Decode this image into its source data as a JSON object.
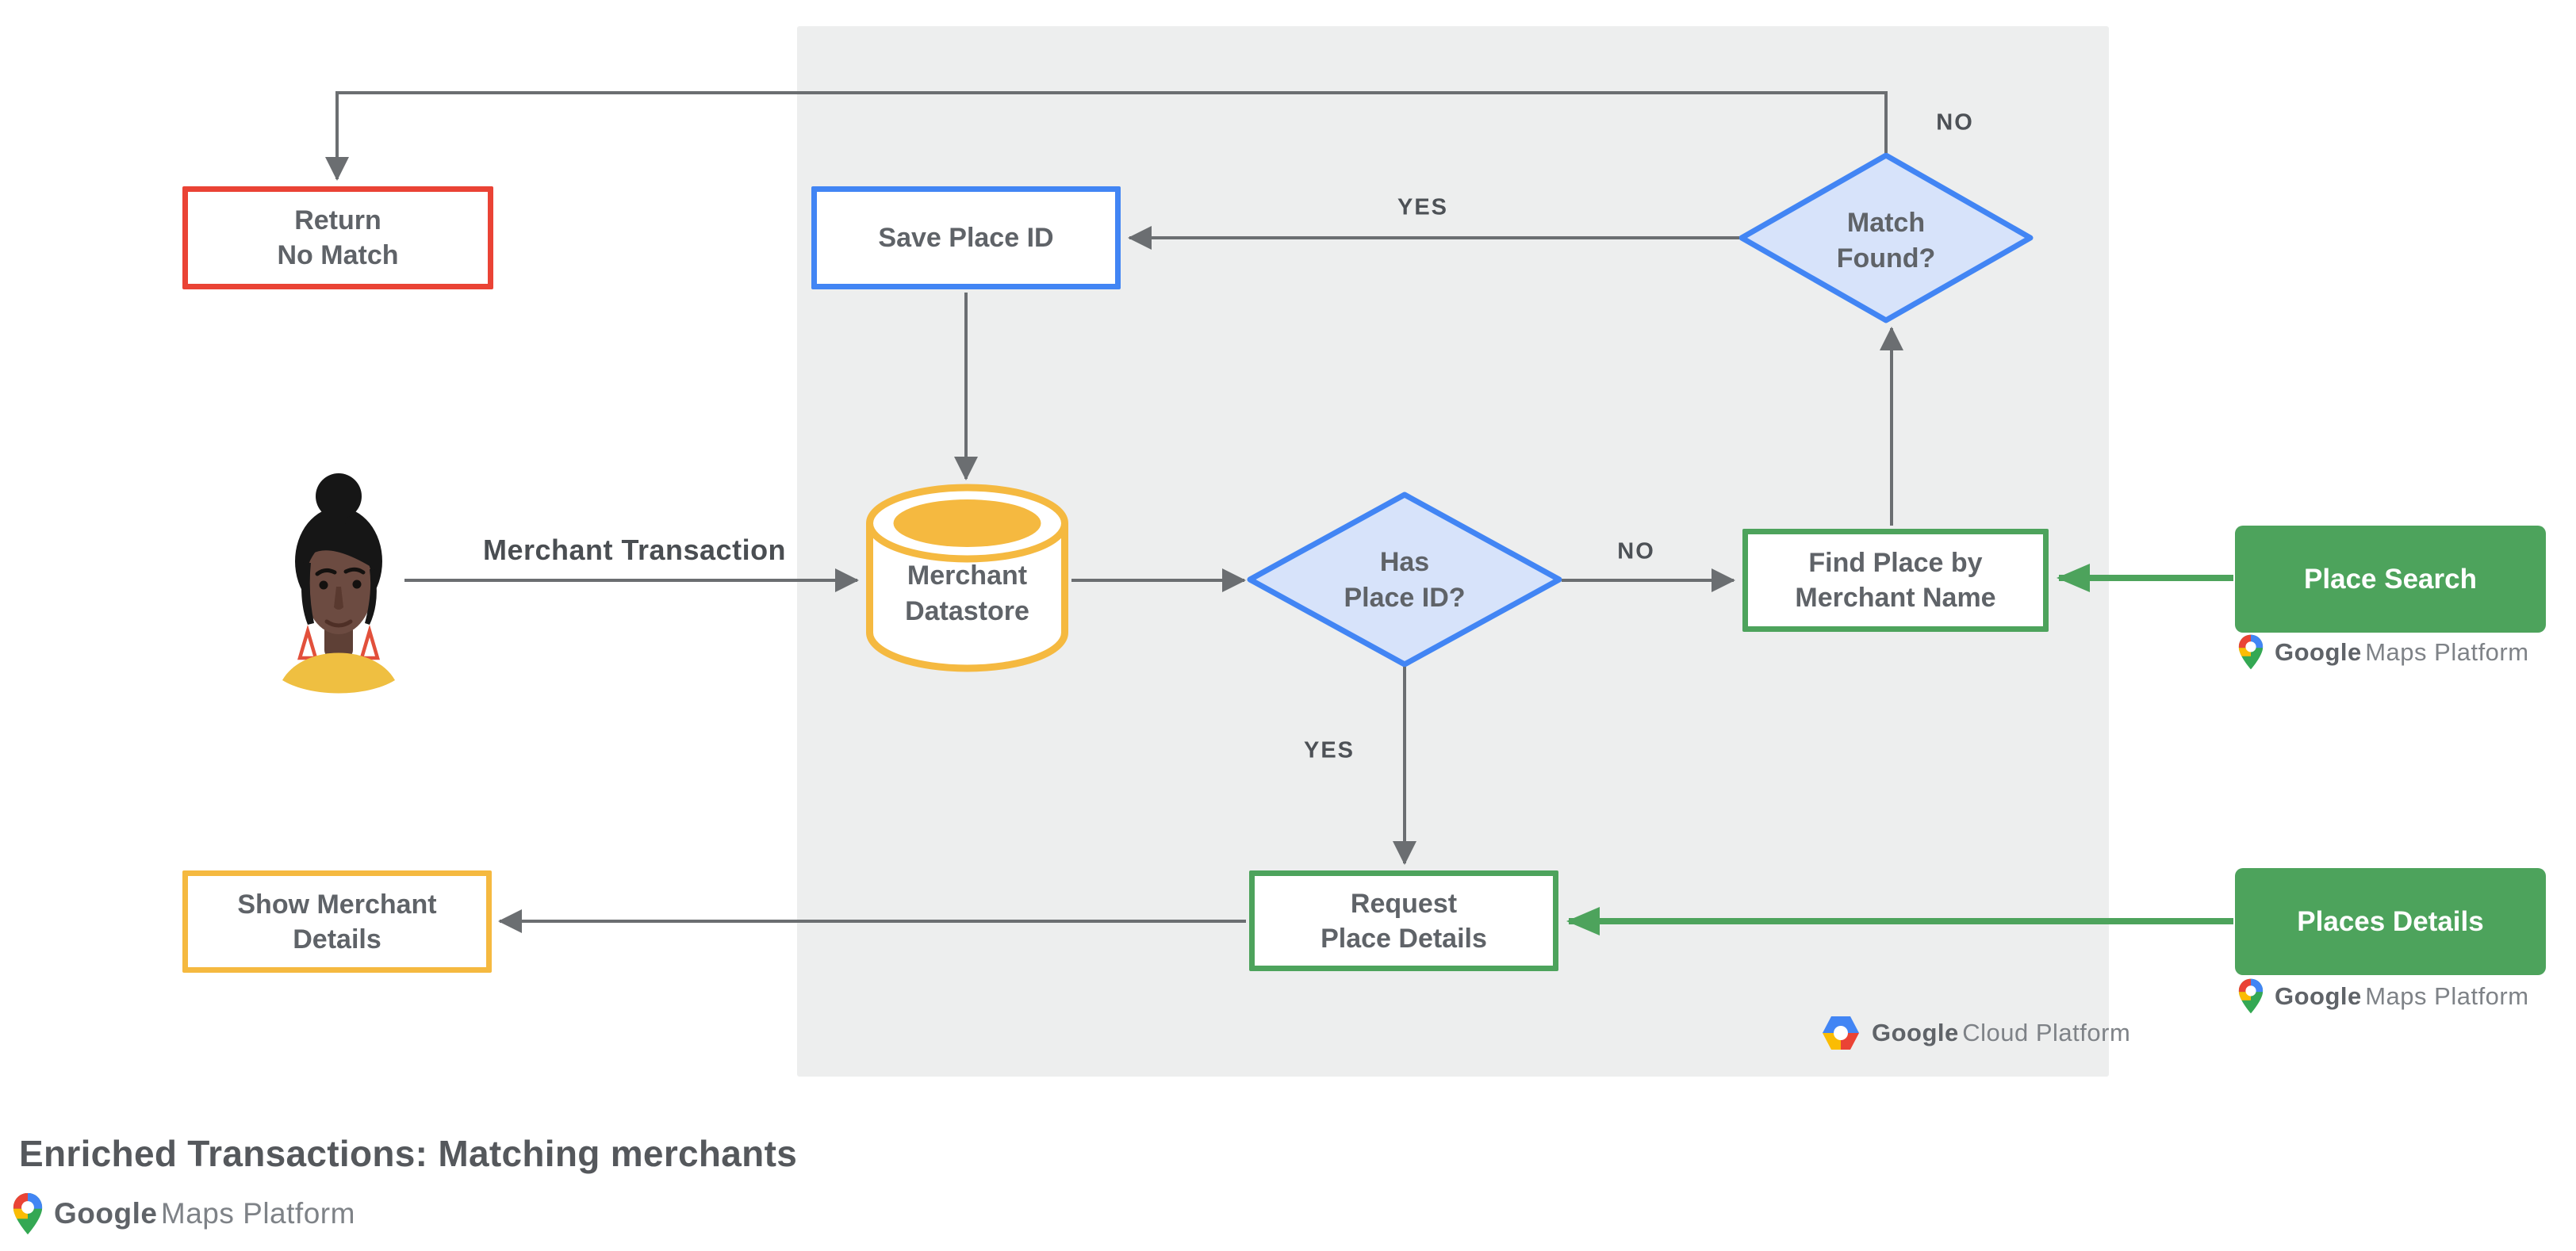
{
  "title": "Enriched Transactions: Matching merchants",
  "nodes": {
    "return_no_match": {
      "lines": [
        "Return",
        "No Match"
      ]
    },
    "save_place_id": {
      "lines": [
        "Save Place ID"
      ]
    },
    "match_found": {
      "lines": [
        "Match",
        "Found?"
      ]
    },
    "merchant_datastore": {
      "lines": [
        "Merchant",
        "Datastore"
      ]
    },
    "has_place_id": {
      "lines": [
        "Has",
        "Place ID?"
      ]
    },
    "find_place_by_merchant_name": {
      "lines": [
        "Find Place by",
        "Merchant Name"
      ]
    },
    "request_place_details": {
      "lines": [
        "Request",
        "Place Details"
      ]
    },
    "show_merchant_details": {
      "lines": [
        "Show Merchant",
        "Details"
      ]
    }
  },
  "api_buttons": {
    "place_search": "Place Search",
    "places_details": "Places Details"
  },
  "edge_labels": {
    "match_found_no": "NO",
    "match_found_yes": "YES",
    "has_place_id_no": "NO",
    "has_place_id_yes": "YES",
    "merchant_transaction": "Merchant Transaction"
  },
  "logos": {
    "google_maps_platform": {
      "google": "Google",
      "product": "Maps Platform"
    },
    "google_cloud_platform": {
      "google": "Google",
      "product": "Cloud Platform"
    }
  },
  "colors": {
    "red": "#EA4335",
    "blue": "#4285F4",
    "light_blue_fill": "#D7E3FA",
    "yellow": "#F5B940",
    "green": "#4DA35C",
    "panel_gray": "#EDEEEE",
    "arrow_gray": "#6B6E71",
    "text_gray": "#5F6368"
  }
}
